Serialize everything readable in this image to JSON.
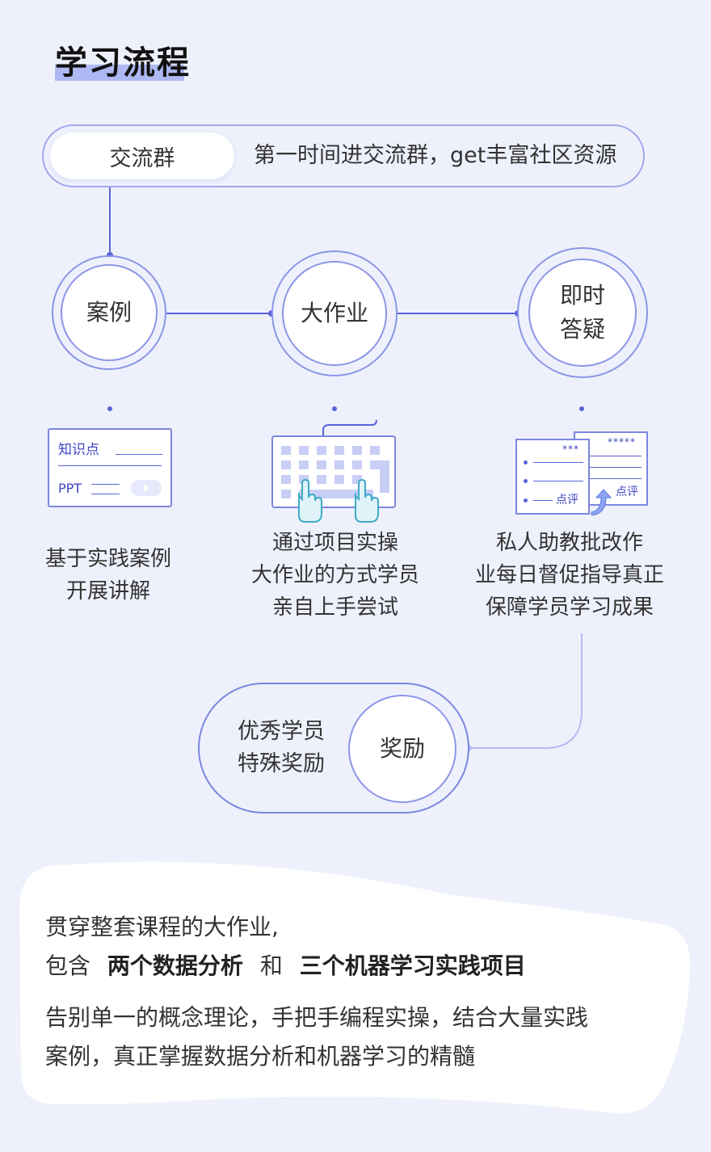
{
  "title": "学习流程",
  "group": {
    "label": "交流群",
    "description": "第一时间进交流群，get丰富社区资源"
  },
  "steps": [
    {
      "name": "案例",
      "text_lines": [
        "基于实践案例",
        "开展讲解"
      ]
    },
    {
      "name": "大作业",
      "text_lines": [
        "通过项目实操",
        "大作业的方式学员",
        "亲自上手尝试"
      ]
    },
    {
      "name_lines": [
        "即时",
        "答疑"
      ],
      "text_lines": [
        "私人助教批改作",
        "业每日督促指导真正",
        "保障学员学习成果"
      ]
    }
  ],
  "illustrations": {
    "ppt_card": {
      "line1": "知识点",
      "line2": "PPT"
    },
    "review_sheets": {
      "stars_back": "*****",
      "stars_front": "***",
      "label_front": "点评",
      "label_back": "点评"
    }
  },
  "reward": {
    "circle_label": "奖励",
    "text_lines": [
      "优秀学员",
      "特殊奖励"
    ]
  },
  "summary": {
    "line1": "贯穿整套课程的大作业,",
    "line2_prefix": "包含",
    "line2_bold1": "两个数据分析",
    "line2_mid": "和",
    "line2_bold2": "三个机器学习实践项目",
    "line3": "告别单一的概念理论，手把手编程实操，结合大量实践",
    "line4": "案例，真正掌握数据分析和机器学习的精髓"
  },
  "colors": {
    "background": "#eef1fc",
    "accent": "#5a63d8",
    "line": "#8b96e6",
    "title_highlight": "#aeb9f3"
  }
}
